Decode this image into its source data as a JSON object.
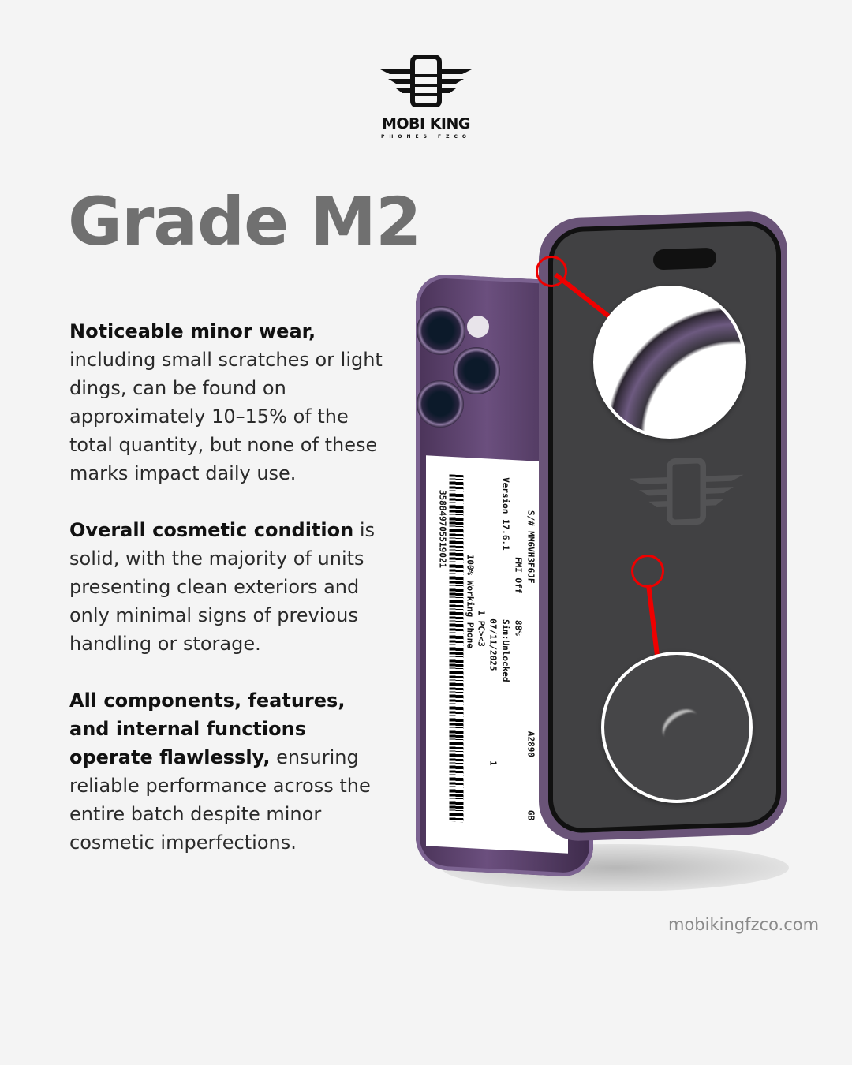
{
  "brand": {
    "name": "MOBI KING",
    "tagline": "PHONES FZCO"
  },
  "title": "Grade M2",
  "paragraphs": [
    {
      "bold": "Noticeable minor wear,",
      "text": " including small scratches or light dings, can be found on approximately 10–15% of the total quantity, but none of these marks impact daily use."
    },
    {
      "bold": "Overall cosmetic condition",
      "text": " is solid, with the majority of units presenting clean exteriors and only minimal signs of previous handling or storage."
    },
    {
      "bold": "All components, features, and internal functions operate flawlessly,",
      "text": " ensuring reliable performance across the entire batch despite minor cosmetic imperfections."
    }
  ],
  "label": {
    "serial": "S/# MM6VH3F6JF",
    "model": "A2890",
    "fmi": "FMI Off",
    "battery": "88%",
    "version": "Version  17.6.1",
    "sim": "Sim:Unlocked",
    "date": "07/11/2025",
    "pc": "1  PC><3",
    "qty": "1",
    "status": "100% Working Phone",
    "imei": "358849705519021",
    "storage": "GB"
  },
  "footer": "mobikingfzco.com",
  "colors": {
    "accent": "#e00000",
    "title": "#707070",
    "phone": "#6b4f7e"
  }
}
